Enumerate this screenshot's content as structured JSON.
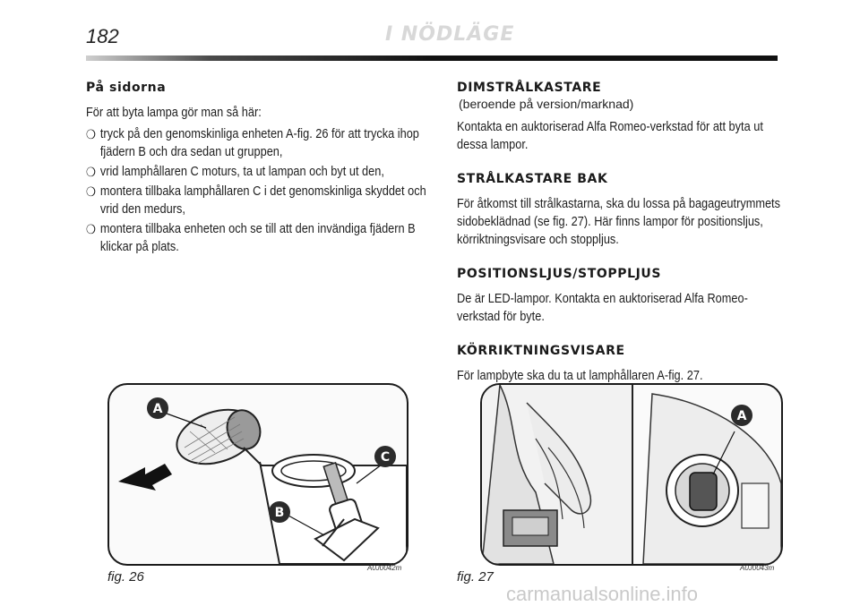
{
  "header": {
    "page_number": "182",
    "chapter_title": "I NÖDLÄGE"
  },
  "left_column": {
    "heading": "På sidorna",
    "intro": "För att byta lampa gör man så här:",
    "bullet_symbol": "❍",
    "steps": [
      "tryck på den genomskinliga enheten A-fig. 26 för att trycka ihop fjädern B och dra sedan ut gruppen,",
      "vrid lamphållaren C moturs, ta ut lampan och byt ut den,",
      "montera tillbaka lamphållaren C i det genomskinliga skyddet och vrid den medurs,",
      "montera tillbaka enheten och se till att den invändiga fjädern B klickar på plats."
    ]
  },
  "right_column": {
    "sections": [
      {
        "heading": "DIMSTRÅLKASTARE",
        "subheading": "(beroende på version/marknad)",
        "text": "Kontakta en auktoriserad Alfa Romeo-verkstad för att byta ut dessa lampor."
      },
      {
        "heading": "STRÅLKASTARE BAK",
        "subheading": "",
        "text": "För åtkomst till strålkastarna, ska du lossa på bagageutrymmets sidobeklädnad (se fig. 27). Här finns lampor för positionsljus, körriktningsvisare och stoppljus."
      },
      {
        "heading": "POSITIONSLJUS/STOPPLJUS",
        "subheading": "",
        "text": "De är LED-lampor. Kontakta en auktoriserad Alfa Romeo-verkstad för byte."
      },
      {
        "heading": "KÖRRIKTNINGSVISARE",
        "subheading": "",
        "text": "För lampbyte ska du ta ut lamphållaren A-fig. 27."
      }
    ]
  },
  "figures": {
    "fig26": {
      "caption": "fig. 26",
      "code": "A0J0042m",
      "labels": {
        "a": "A",
        "b": "B",
        "c": "C"
      }
    },
    "fig27": {
      "caption": "fig. 27",
      "code": "A0J0043m",
      "labels": {
        "a": "A"
      }
    }
  },
  "watermark": "carmanualsonline.info",
  "colors": {
    "label_badge": "#2b2b2b",
    "chapter_title": "#d8d8d8",
    "watermark": "#c9c9c9"
  }
}
